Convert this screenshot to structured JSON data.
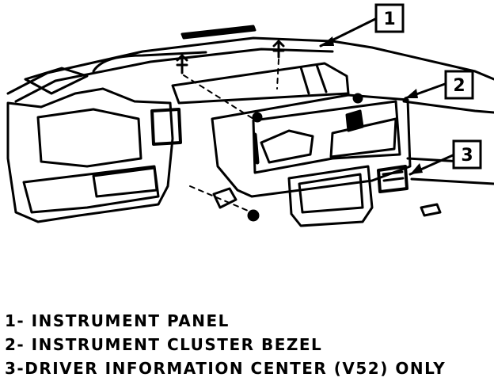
{
  "callouts": [
    {
      "number": "1"
    },
    {
      "number": "2"
    },
    {
      "number": "3"
    }
  ],
  "legend": [
    "1- INSTRUMENT PANEL",
    "2- INSTRUMENT CLUSTER BEZEL",
    "3-DRIVER INFORMATION CENTER (V52) ONLY"
  ]
}
